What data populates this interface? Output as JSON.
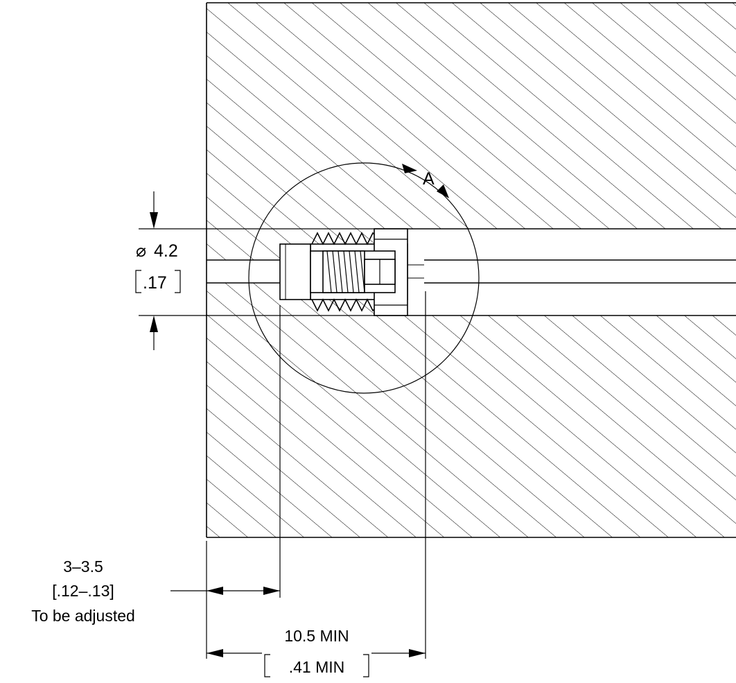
{
  "detail_label": "A",
  "diameter": {
    "symbol": "⌀",
    "metric": "4.2",
    "imperial": ".17"
  },
  "insertion_depth": {
    "metric": "3–3.5",
    "imperial": "[.12–.13]",
    "note": "To be adjusted"
  },
  "min_depth": {
    "metric": "10.5 MIN",
    "imperial": ".41 MIN"
  },
  "colors": {
    "line": "#000000",
    "background": "#ffffff"
  }
}
